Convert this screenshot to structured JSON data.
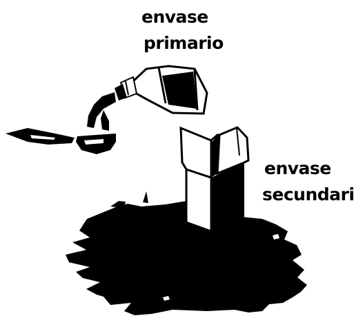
{
  "labels": {
    "primary_line1": "envase",
    "primary_line2": "primario",
    "secondary_line1": "envase",
    "secondary_line2": "secundario"
  },
  "colors": {
    "ink": "#000000",
    "paper": "#ffffff"
  },
  "icons": {
    "bottle": "bottle-icon",
    "cup": "cup-icon",
    "box": "box-icon",
    "spill": "spill-icon"
  }
}
